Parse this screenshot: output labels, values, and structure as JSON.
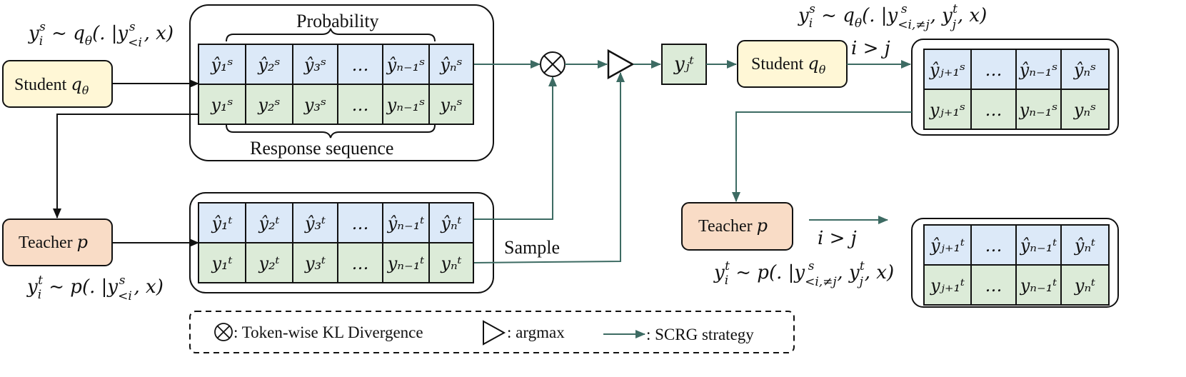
{
  "colors": {
    "arrow": "#3d6b63",
    "black": "#111111",
    "student_fill": "#fff7d6",
    "teacher_fill": "#f9dcc6",
    "blue_cell": "#dce9f8",
    "green_cell": "#dcebd8"
  },
  "labels": {
    "student": "Student",
    "student_sym": "q",
    "student_sub": "θ",
    "teacher": "Teacher",
    "teacher_sym": "p",
    "probability": "Probability",
    "response_sequence": "Response sequence",
    "sample": "Sample",
    "i_gt_j_top": "i > j",
    "i_gt_j_bottom": "i > j"
  },
  "formulas": {
    "student_left": "y_i^s ~ q_θ(. | y^s_<i , x)",
    "teacher_left": "y_i^t ~ p(. | y^s_<i , x)",
    "student_right": "y_i^s ~ q_θ(. | y^s_<i,≠j , y^t_j , x)",
    "teacher_right": "y_i^t ~ p(. | y^s_<i,≠j , y^t_j , x)"
  },
  "student_seq": {
    "row1": [
      "ŷ₁ˢ",
      "ŷ₂ˢ",
      "ŷ₃ˢ",
      "…",
      "ŷₙ₋₁ˢ",
      "ŷₙˢ"
    ],
    "row2": [
      "y₁ˢ",
      "y₂ˢ",
      "y₃ˢ",
      "…",
      "yₙ₋₁ˢ",
      "yₙˢ"
    ]
  },
  "teacher_seq": {
    "row1": [
      "ŷ₁ᵗ",
      "ŷ₂ᵗ",
      "ŷ₃ᵗ",
      "…",
      "ŷₙ₋₁ᵗ",
      "ŷₙᵗ"
    ],
    "row2": [
      "y₁ᵗ",
      "y₂ᵗ",
      "y₃ᵗ",
      "…",
      "yₙ₋₁ᵗ",
      "yₙᵗ"
    ]
  },
  "argmax_token": "yⱼᵗ",
  "student_right_seq": {
    "row1": [
      "ŷⱼ₊₁ˢ",
      "…",
      "ŷₙ₋₁ˢ",
      "ŷₙˢ"
    ],
    "row2": [
      "yⱼ₊₁ˢ",
      "…",
      "yₙ₋₁ˢ",
      "yₙˢ"
    ]
  },
  "teacher_right_seq": {
    "row1": [
      "ŷⱼ₊₁ᵗ",
      "…",
      "ŷₙ₋₁ᵗ",
      "ŷₙᵗ"
    ],
    "row2": [
      "yⱼ₊₁ᵗ",
      "…",
      "yₙ₋₁ᵗ",
      "yₙᵗ"
    ]
  },
  "legend": {
    "kl": ": Token-wise KL Divergence",
    "argmax": ": argmax",
    "scrg": ": SCRG strategy"
  }
}
